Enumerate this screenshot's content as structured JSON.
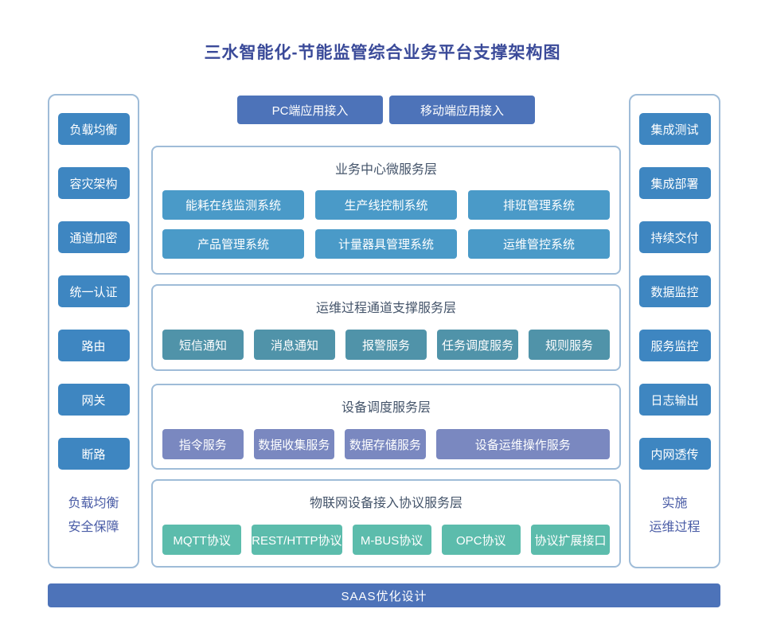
{
  "title": "三水智能化-节能监管综合业务平台支撑架构图",
  "colors": {
    "title_text": "#3a4a99",
    "sidebar_button": "#3e86c1",
    "access_button": "#4d73b9",
    "layer1_button": "#4a9ac8",
    "layer2_button": "#5093a9",
    "layer3_button": "#7a88c0",
    "layer4_button": "#5cbcac",
    "container_border": "#9fbcd8",
    "layer_title_text": "#44546a",
    "sidebar_footer_text": "#4a5ca6",
    "bottom_bar": "#4d73b9",
    "button_text": "#ffffff"
  },
  "left_sidebar": {
    "items": [
      "负载均衡",
      "容灾架构",
      "通道加密",
      "统一认证",
      "路由",
      "网关",
      "断路"
    ],
    "footer_lines": [
      "负载均衡",
      "安全保障"
    ]
  },
  "right_sidebar": {
    "items": [
      "集成测试",
      "集成部署",
      "持续交付",
      "数据监控",
      "服务监控",
      "日志输出",
      "内网透传"
    ],
    "footer_lines": [
      "实施",
      "运维过程"
    ]
  },
  "access_buttons": [
    {
      "label": "PC端应用接入"
    },
    {
      "label": "移动端应用接入"
    }
  ],
  "layers": [
    {
      "title": "业务中心微服务层",
      "items": [
        "能耗在线监测系统",
        "生产线控制系统",
        "排班管理系统",
        "产品管理系统",
        "计量器具管理系统",
        "运维管控系统"
      ]
    },
    {
      "title": "运维过程通道支撑服务层",
      "items": [
        "短信通知",
        "消息通知",
        "报警服务",
        "任务调度服务",
        "规则服务"
      ]
    },
    {
      "title": "设备调度服务层",
      "items": [
        "指令服务",
        "数据收集服务",
        "数据存储服务",
        "设备运维操作服务"
      ]
    },
    {
      "title": "物联网设备接入协议服务层",
      "items": [
        "MQTT协议",
        "REST/HTTP协议",
        "M-BUS协议",
        "OPC协议",
        "协议扩展接口"
      ]
    }
  ],
  "bottom_bar": {
    "label": "SAAS优化设计"
  }
}
